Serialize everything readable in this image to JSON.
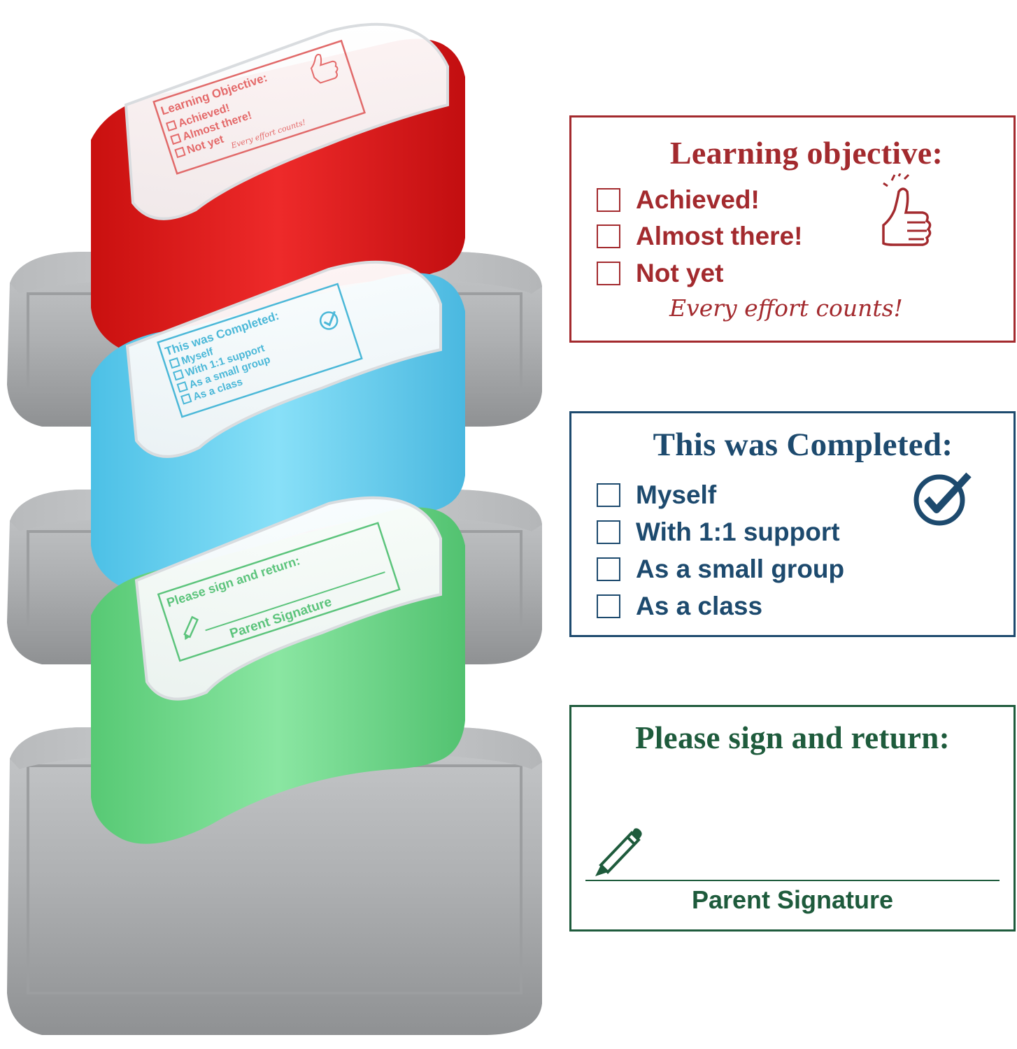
{
  "colors": {
    "red": "#a32a2e",
    "blue": "#1d4a6e",
    "green": "#1e5b3c",
    "stamp_red": "#e0191b",
    "stamp_blue": "#6cd2f0",
    "stamp_green": "#6fd98a",
    "base_gray": "#a9abad"
  },
  "stamps": {
    "red": {
      "title": "Learning Objective:",
      "options": [
        "Achieved!",
        "Almost there!",
        "Not yet"
      ],
      "footer": "Every effort counts!",
      "icon": "thumbs-up-icon"
    },
    "blue": {
      "title": "This was Completed:",
      "options": [
        "Myself",
        "With 1:1 support",
        "As a small group",
        "As a class"
      ],
      "icon": "check-circle-icon"
    },
    "green": {
      "title": "Please sign and return:",
      "signature_label": "Parent Signature",
      "icon": "pencil-icon"
    }
  },
  "impressions": {
    "red": {
      "title": "Learning objective:",
      "options": [
        "Achieved!",
        "Almost there!",
        "Not yet"
      ],
      "footer": "Every effort counts!",
      "icon": "thumbs-up-icon"
    },
    "blue": {
      "title": "This was Completed:",
      "options": [
        "Myself",
        "With 1:1 support",
        "As a small group",
        "As a class"
      ],
      "icon": "check-circle-icon"
    },
    "green": {
      "title": "Please sign and return:",
      "signature_label": "Parent Signature",
      "icon": "pencil-icon"
    }
  }
}
